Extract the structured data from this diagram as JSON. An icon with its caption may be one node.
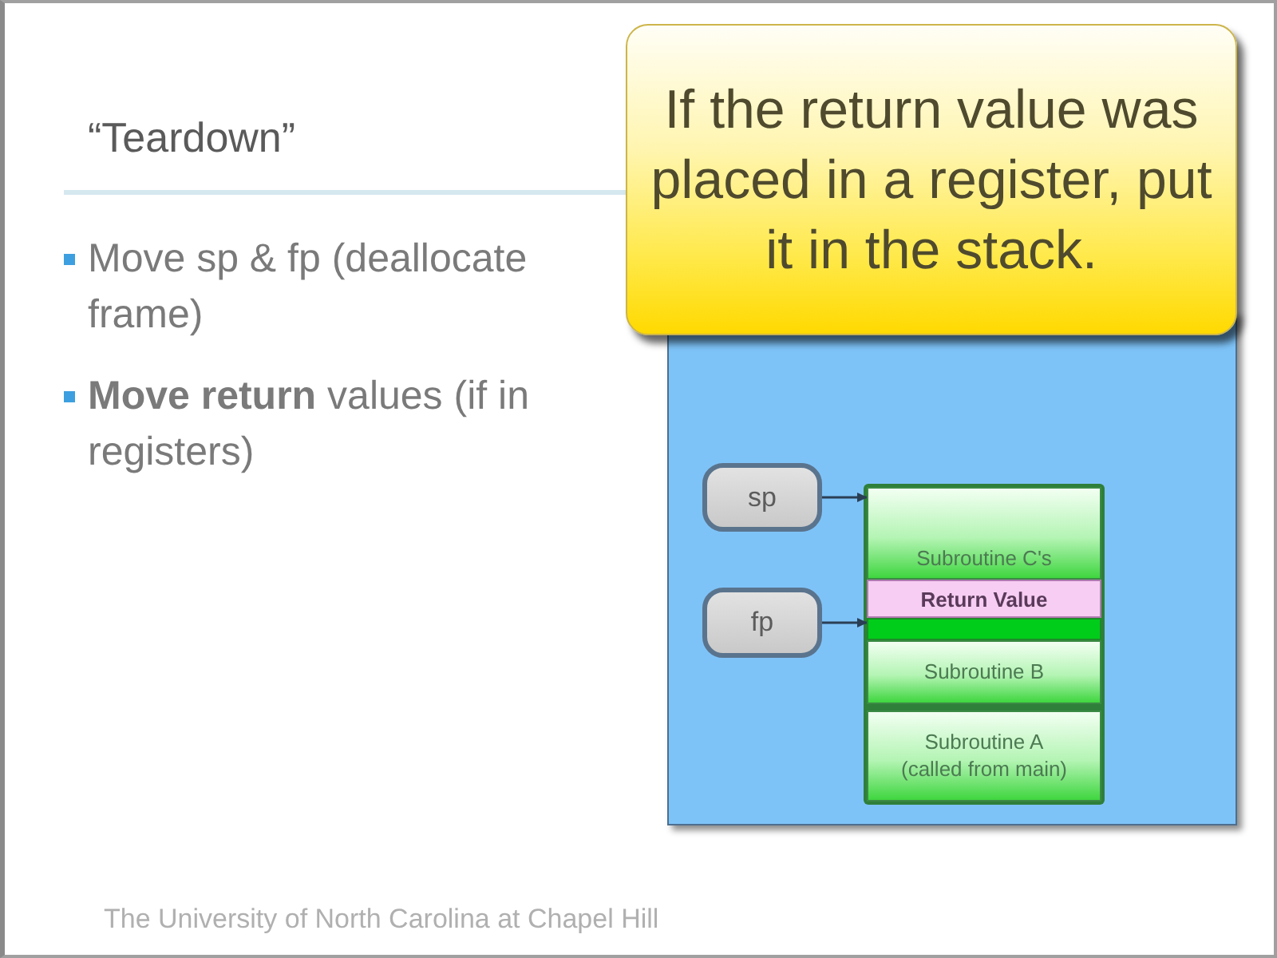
{
  "diagram": {
    "title": "“Teardown”",
    "nodes": [
      {
        "text": [
          "If the return value was placed in a register, put it in the stack."
        ]
      },
      {
        "text": [
          "sp"
        ]
      },
      {
        "text": [
          "fp"
        ]
      },
      {
        "text": [
          "Subroutine C's"
        ]
      },
      {
        "text": [
          "Return Value"
        ]
      },
      {
        "text": [],
        "shape": "bar"
      },
      {
        "text": [
          "Subroutine B"
        ]
      },
      {
        "text": [
          "Subroutine A (called from main)"
        ]
      }
    ],
    "edges": [
      {
        "from": 1,
        "to": 3,
        "arrow": "to"
      },
      {
        "from": 2,
        "to": 5,
        "arrow": "to"
      }
    ],
    "labels": [
      "Move sp & fp (deallocate frame)",
      "**Move return** values (if in registers)",
      "The University of North Carolina at Chapel Hill"
    ]
  }
}
